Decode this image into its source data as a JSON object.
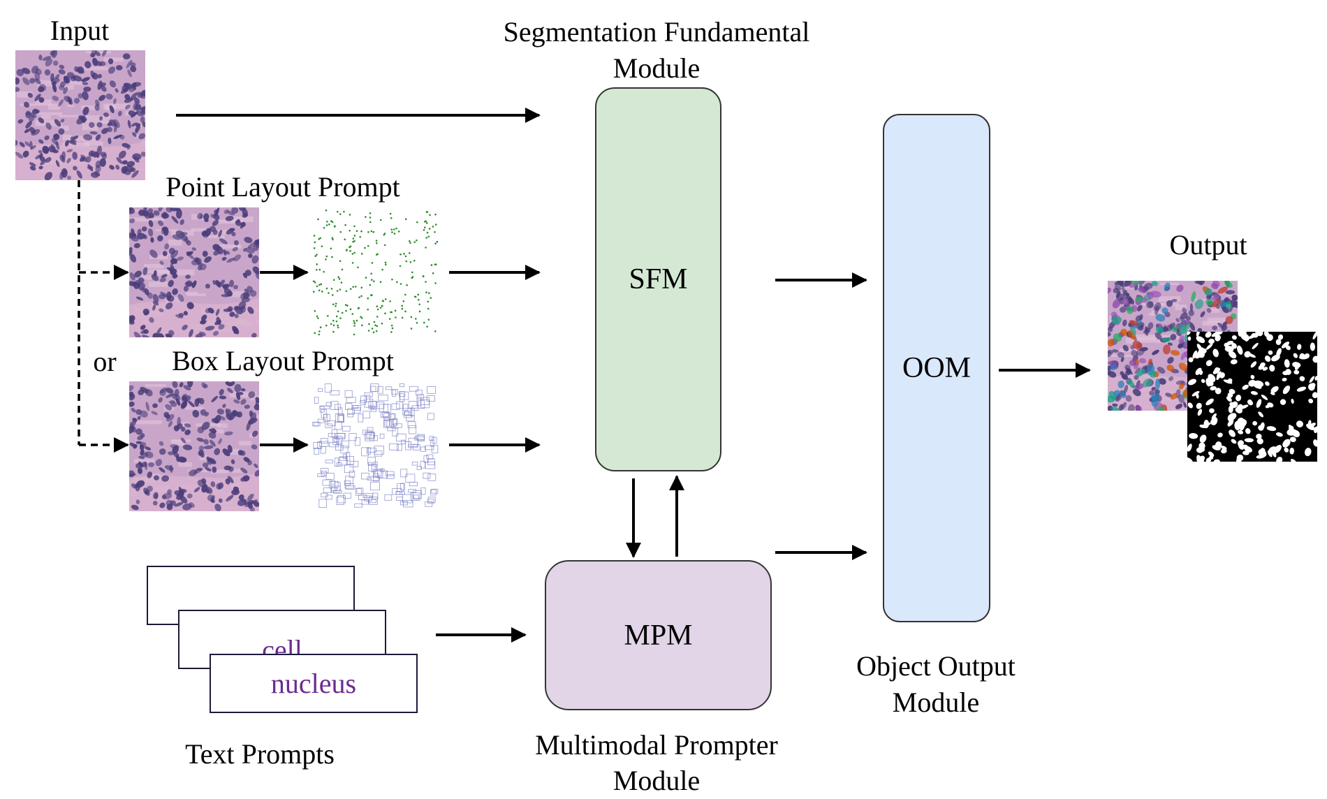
{
  "labels": {
    "input": "Input",
    "sfm_title_line1": "Segmentation Fundamental",
    "sfm_title_line2": "Module",
    "point_prompt": "Point Layout Prompt",
    "or": "or",
    "box_prompt": "Box Layout Prompt",
    "output": "Output",
    "text_prompts": "Text Prompts",
    "mpm_title_line1": "Multimodal Prompter",
    "mpm_title_line2": "Module",
    "oom_title_line1": "Object Output",
    "oom_title_line2": "Module"
  },
  "modules": {
    "sfm": "SFM",
    "oom": "OOM",
    "mpm": "MPM"
  },
  "text_cards": [
    "......",
    "cell",
    "nucleus"
  ],
  "colors": {
    "sfm_fill": "#d5e8d4",
    "oom_fill": "#dae8fc",
    "mpm_fill": "#e1d5e7",
    "tissue_base": "#c9a6c9",
    "nucleus": "#4a3d7a",
    "point": "#2e8b2e",
    "box_stroke": "#7b7fc4",
    "text_purple": "#6a2c8e"
  }
}
